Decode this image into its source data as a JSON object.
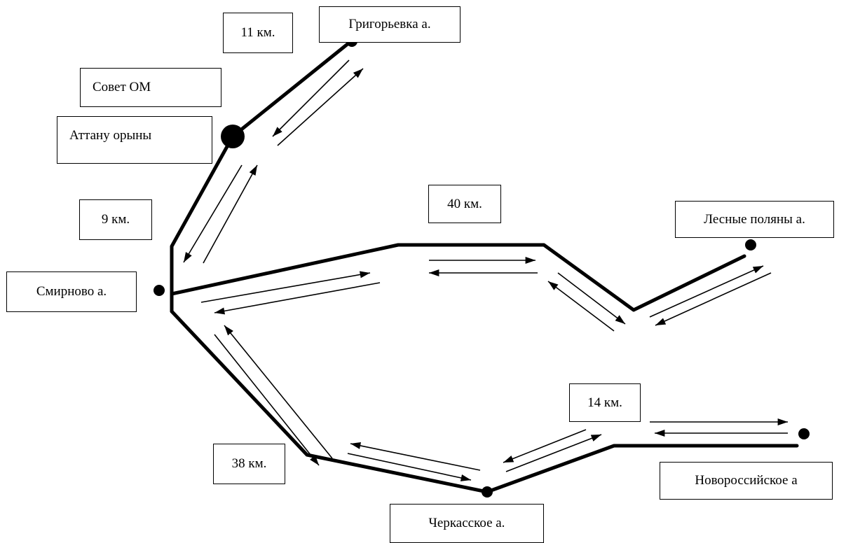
{
  "colors": {
    "line": "#000000",
    "background": "#ffffff"
  },
  "labels": {
    "grigorievka": "Григорьевка а.",
    "sovet_om": "Совет ОМ",
    "attanu_oryny": "Аттану орыны",
    "smirnovo": "Смирново а.",
    "lesnye_polyany": "Лесные поляны а.",
    "cherkasskoe": "Черкасское а.",
    "novorossiyskoe": "Новороссийское а"
  },
  "distances": {
    "d11": "11 км.",
    "d9": "9 км.",
    "d40": "40 км.",
    "d38": "38 км.",
    "d14": "14 км."
  }
}
